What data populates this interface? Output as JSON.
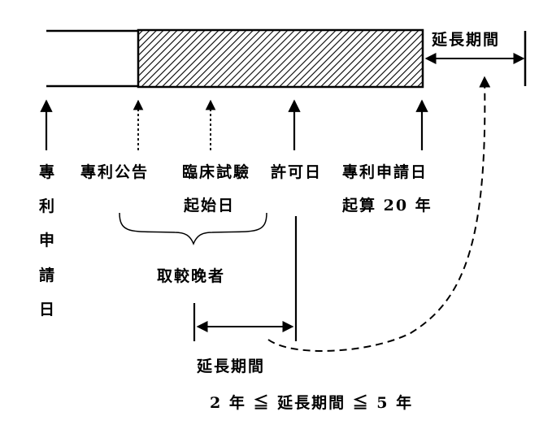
{
  "labels": {
    "extension_top": "延長期間",
    "patent_announcement": "專利公告",
    "clinical_trial": "臨床試驗",
    "clinical_start": "起始日",
    "approval_date": "許可日",
    "filing_date": "專利申請日",
    "twenty_years": "起算 20 年",
    "filing_vertical": [
      "專",
      "利",
      "申",
      "請",
      "日"
    ],
    "later_one": "取較晚者",
    "extension_bottom": "延長期間",
    "range_rule": "2 年 ≦ 延長期間 ≦ 5 年"
  }
}
